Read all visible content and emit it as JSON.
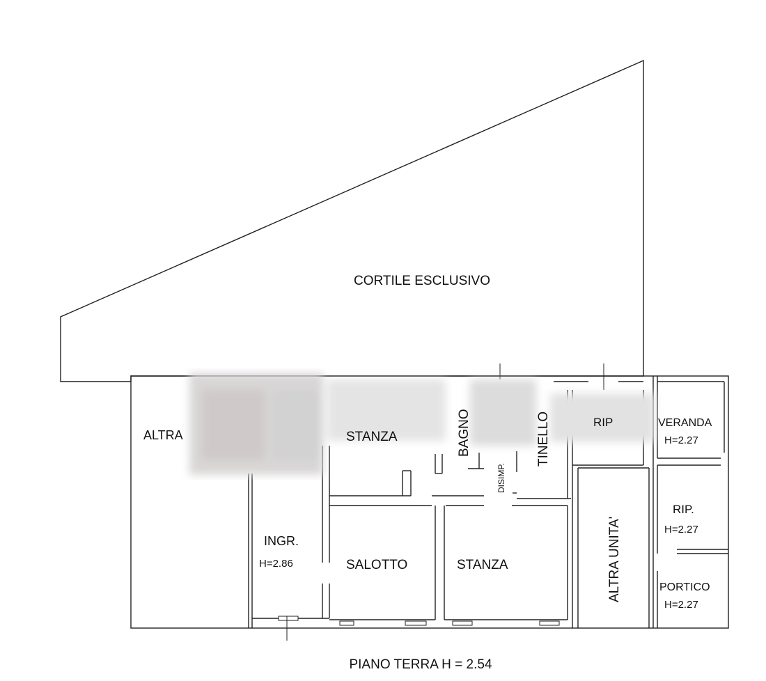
{
  "plan": {
    "caption": "PIANO TERRA H = 2.54",
    "rooms": {
      "cortile": "CORTILE ESCLUSIVO",
      "altra_left": "ALTRA",
      "stanza_top": "STANZA",
      "bagno": "BAGNO",
      "disimp": "DISIMP.",
      "tinello": "TINELLO",
      "rip_top": "RIP",
      "veranda": "VERANDA",
      "veranda_h": "H=2.27",
      "ingr": "INGR.",
      "ingr_h": "H=2.86",
      "salotto": "SALOTTO",
      "stanza_bottom": "STANZA",
      "altra_unita": "ALTRA UNITA'",
      "rip_right": "RIP.",
      "rip_right_h": "H=2.27",
      "portico": "PORTICO",
      "portico_h": "H=2.27"
    }
  }
}
